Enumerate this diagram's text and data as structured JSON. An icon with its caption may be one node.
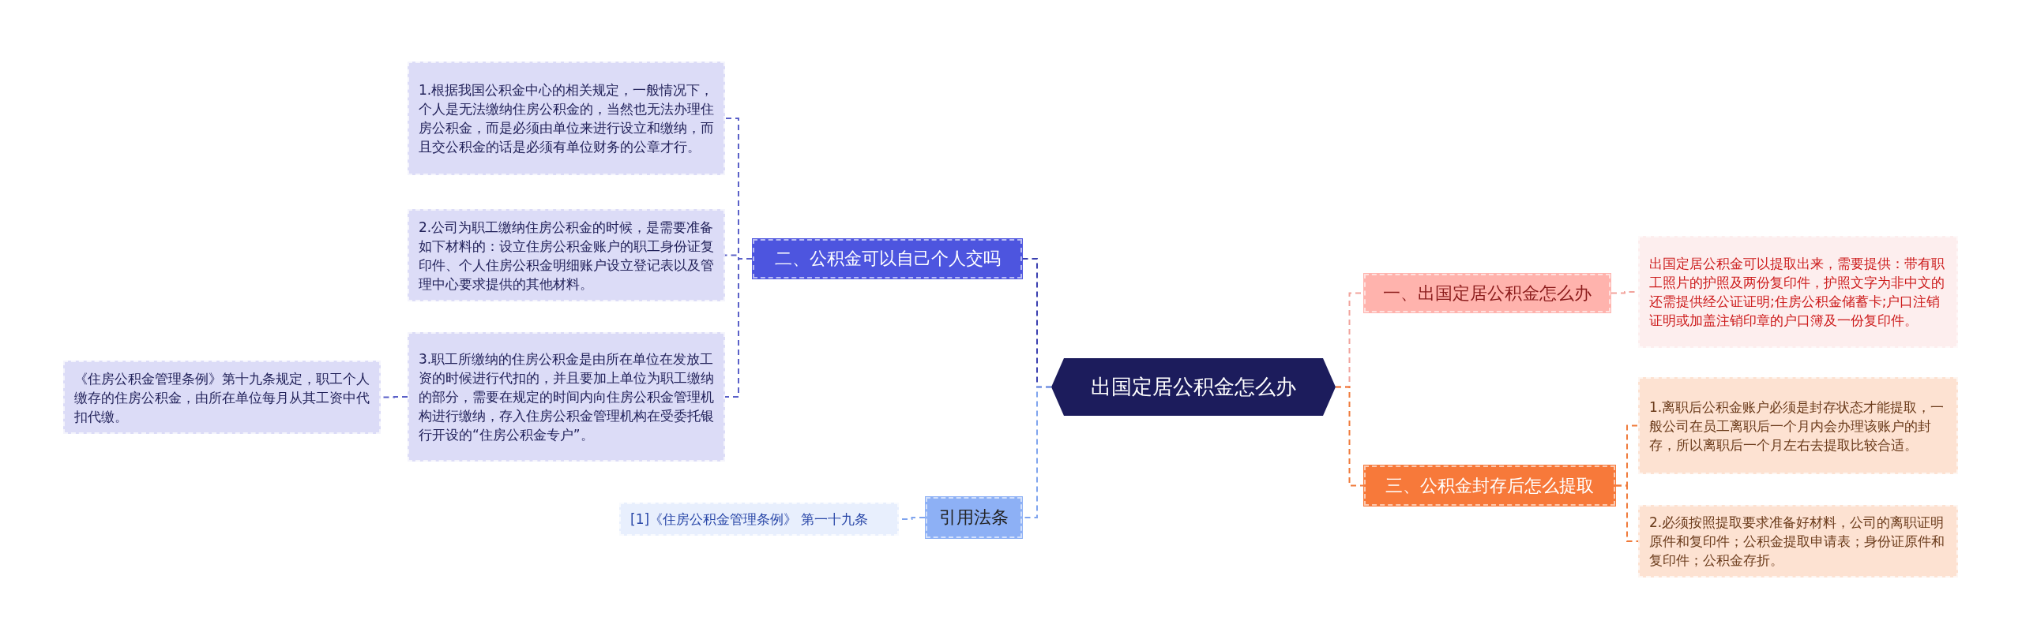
{
  "diagram": {
    "nodes": [
      {
        "text": [
          "出国定居公积金怎么办"
        ]
      },
      {
        "text": [
          "二、公积金可以自己个人交吗"
        ]
      },
      {
        "text": [
          "1.根据我国公积金中心的相关规定，一般情况下，个人是无法缴纳住房公积金的，当然也无法办理住房公积金，而是必须由单位来进行设立和缴纳，而且交公积金的话是必须有单位财务的公章才行。"
        ]
      },
      {
        "text": [
          "2.公司为职工缴纳住房公积金的时候，是需要准备如下材料的：设立住房公积金账户的职工身份证复印件、个人住房公积金明细账户设立登记表以及管理中心要求提供的其他材料。"
        ]
      },
      {
        "text": [
          "3.职工所缴纳的住房公积金是由所在单位在发放工资的时候进行代扣的，并且要加上单位为职工缴纳的部分，需要在规定的时间内向住房公积金管理机构进行缴纳，存入住房公积金管理机构在受委托银行开设的“住房公积金专户”。"
        ]
      },
      {
        "text": [
          "《住房公积金管理条例》第十九条规定，职工个人缴存的住房公积金，由所在单位每月从其工资中代扣代缴。"
        ]
      },
      {
        "text": [
          "引用法条"
        ]
      },
      {
        "text": [
          "[1]《住房公积金管理条例》 第一十九条"
        ]
      },
      {
        "text": [
          "一、出国定居公积金怎么办"
        ]
      },
      {
        "text": [
          "出国定居公积金可以提取出来，需要提供：带有职工照片的护照及两份复印件，护照文字为非中文的还需提供经公证证明;住房公积金储蓄卡;户口注销证明或加盖注销印章的户口簿及一份复印件。"
        ]
      },
      {
        "text": [
          "三、公积金封存后怎么提取"
        ]
      },
      {
        "text": [
          "1.离职后公积金账户必须是封存状态才能提取，一般公司在员工离职后一个月内会办理该账户的封存，所以离职后一个月左右去提取比较合适。"
        ]
      },
      {
        "text": [
          "2.必须按照提取要求准备好材料，公司的离职证明原件和复印件；公积金提取申请表；身份证原件和复印件；公积金存折。"
        ]
      }
    ],
    "edges": [
      {
        "from": 0,
        "to": 1,
        "arrow": "none",
        "style": "dashed",
        "color": "#3a3fb0"
      },
      {
        "from": 1,
        "to": 2,
        "arrow": "none",
        "style": "dashed",
        "color": "#5a60c8"
      },
      {
        "from": 1,
        "to": 3,
        "arrow": "none",
        "style": "dashed",
        "color": "#5a60c8"
      },
      {
        "from": 1,
        "to": 4,
        "arrow": "none",
        "style": "dashed",
        "color": "#5a60c8"
      },
      {
        "from": 4,
        "to": 5,
        "arrow": "none",
        "style": "dashed",
        "color": "#5a60c8"
      },
      {
        "from": 0,
        "to": 6,
        "arrow": "none",
        "style": "dashed",
        "color": "#7fa4ee"
      },
      {
        "from": 6,
        "to": 7,
        "arrow": "none",
        "style": "dashed",
        "color": "#7fa4ee"
      },
      {
        "from": 0,
        "to": 8,
        "arrow": "none",
        "style": "dashed",
        "color": "#f2a39c"
      },
      {
        "from": 8,
        "to": 9,
        "arrow": "none",
        "style": "dashed",
        "color": "#f2a39c"
      },
      {
        "from": 0,
        "to": 10,
        "arrow": "none",
        "style": "dashed",
        "color": "#f07a3a"
      },
      {
        "from": 10,
        "to": 11,
        "arrow": "none",
        "style": "dashed",
        "color": "#f07a3a"
      },
      {
        "from": 10,
        "to": 12,
        "arrow": "none",
        "style": "dashed",
        "color": "#f07a3a"
      }
    ]
  }
}
